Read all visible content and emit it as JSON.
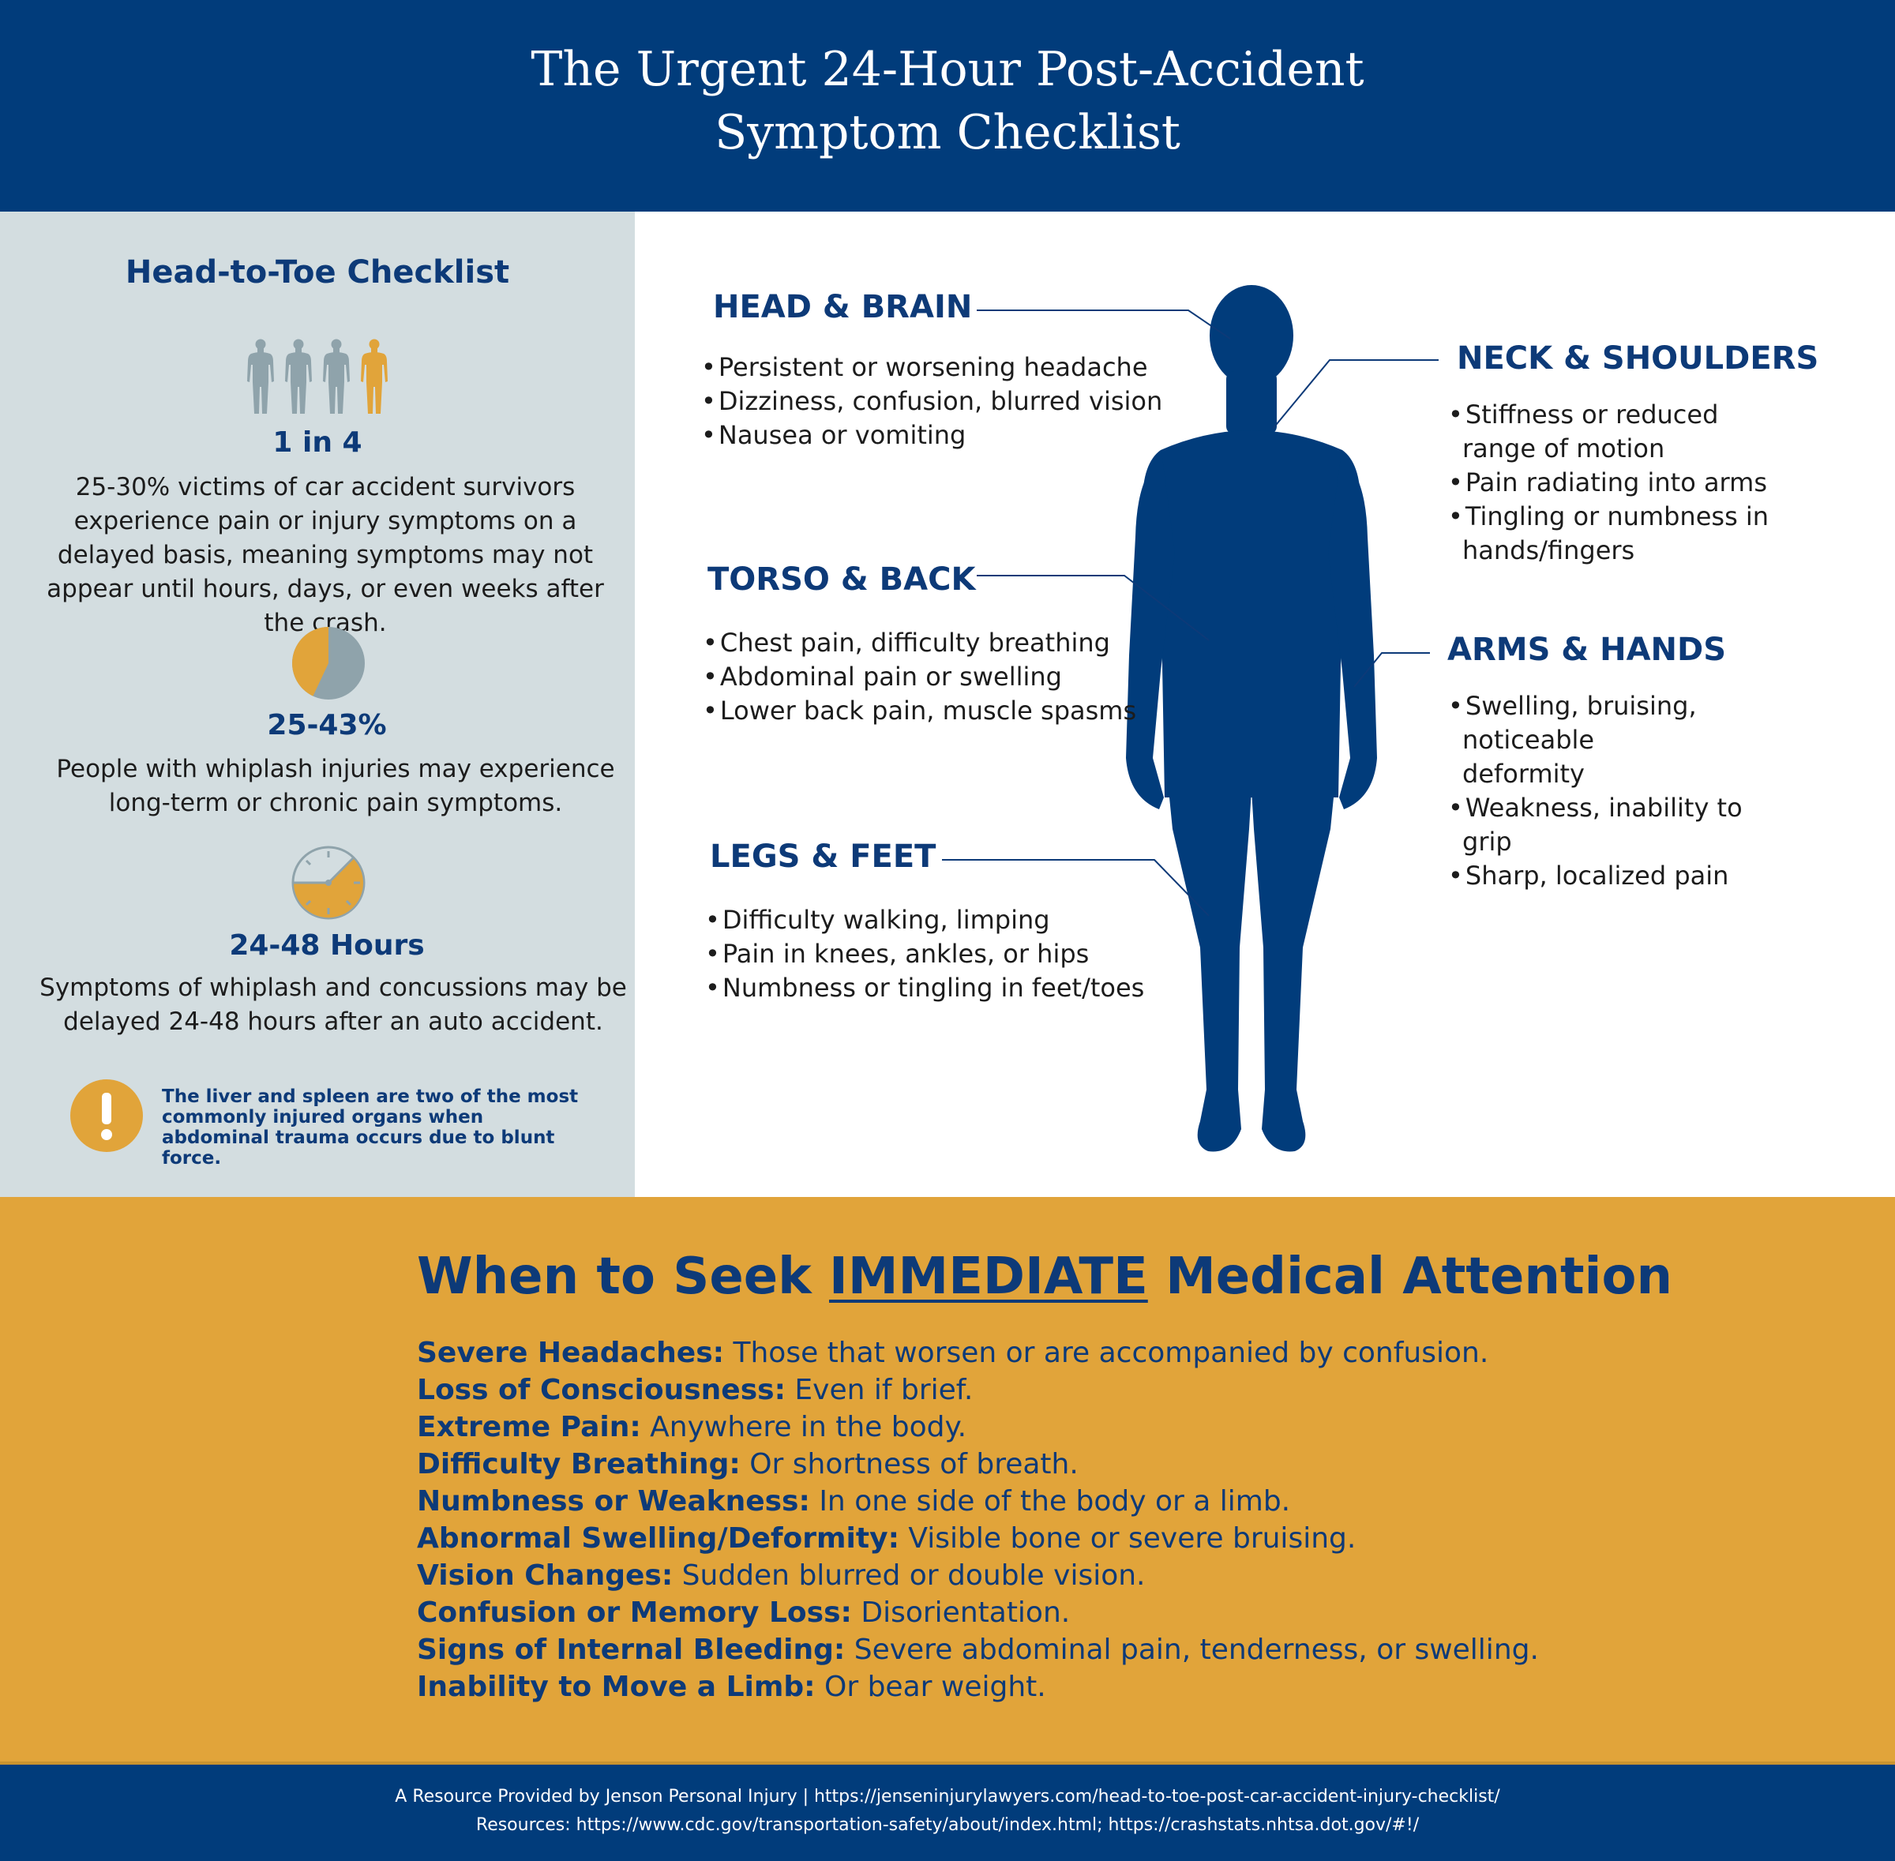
{
  "title": {
    "line1": "The Urgent 24-Hour Post-Accident",
    "line2": "Symptom Checklist"
  },
  "colors": {
    "navy": "#013c7b",
    "panel": "#d3dde0",
    "accent": "#e1a43a",
    "figure_gray": "#8fa3ab"
  },
  "left_panel": {
    "heading": "Head-to-Toe Checklist",
    "stats": [
      {
        "icon": "people-icon",
        "figures_total": 4,
        "figures_highlighted": 1,
        "value": "1 in 4",
        "text": "25-30% victims of car accident survivors experience pain or injury symptoms on a delayed basis, meaning symptoms may not appear until hours, days, or even weeks after the crash."
      },
      {
        "icon": "pie-icon",
        "pie_percent": 43,
        "value": "25-43%",
        "text": "People with whiplash injuries may experience long-term or chronic pain symptoms."
      },
      {
        "icon": "clock-icon",
        "value": "24-48 Hours",
        "text": "Symptoms of whiplash and concussions may be delayed 24-48 hours after an auto accident."
      }
    ],
    "warning": {
      "icon": "exclamation-icon",
      "text": "The liver and spleen are two of the most commonly injured organs when abdominal trauma occurs due to blunt force."
    }
  },
  "body_map": {
    "head": {
      "title": "HEAD & BRAIN",
      "items": [
        "Persistent or worsening headache",
        "Dizziness, confusion, blurred vision",
        "Nausea or vomiting"
      ]
    },
    "torso": {
      "title": "TORSO & BACK",
      "items": [
        "Chest pain, difficulty breathing",
        "Abdominal pain or swelling",
        "Lower back pain, muscle spasms"
      ]
    },
    "legs": {
      "title": "LEGS & FEET",
      "items": [
        "Difficulty walking, limping",
        "Pain in knees, ankles, or hips",
        "Numbness or tingling in feet/toes"
      ]
    },
    "neck": {
      "title": "NECK & SHOULDERS",
      "items": [
        "Stiffness or reduced range of motion",
        "Pain radiating into arms",
        "Tingling or numbness in hands/fingers"
      ]
    },
    "arms": {
      "title": "ARMS & HANDS",
      "items": [
        "Swelling, bruising, noticeable deformity",
        "Weakness, inability to grip",
        "Sharp, localized pain"
      ]
    }
  },
  "immediate": {
    "heading_pre": "When to Seek ",
    "heading_em": "IMMEDIATE",
    "heading_post": " Medical Attention",
    "items": [
      {
        "term": "Severe Headaches:",
        "desc": " Those that worsen or are accompanied by confusion."
      },
      {
        "term": "Loss of Consciousness:",
        "desc": " Even if brief."
      },
      {
        "term": "Extreme Pain:",
        "desc": " Anywhere in the body."
      },
      {
        "term": "Difficulty Breathing:",
        "desc": " Or shortness of breath."
      },
      {
        "term": "Numbness or Weakness:",
        "desc": " In one side of the body or a limb."
      },
      {
        "term": "Abnormal Swelling/Deformity:",
        "desc": " Visible bone or severe bruising."
      },
      {
        "term": "Vision Changes:",
        "desc": " Sudden blurred or double vision."
      },
      {
        "term": "Confusion or Memory Loss:",
        "desc": " Disorientation."
      },
      {
        "term": "Signs of Internal Bleeding:",
        "desc": " Severe abdominal pain, tenderness, or swelling."
      },
      {
        "term": "Inability to Move a Limb:",
        "desc": " Or bear weight."
      }
    ]
  },
  "footer": {
    "line1": "A Resource Provided by Jenson Personal Injury | https://jenseninjurylawyers.com/head-to-toe-post-car-accident-injury-checklist/",
    "line2": "Resources: https://www.cdc.gov/transportation-safety/about/index.html; https://crashstats.nhtsa.dot.gov/#!/"
  }
}
